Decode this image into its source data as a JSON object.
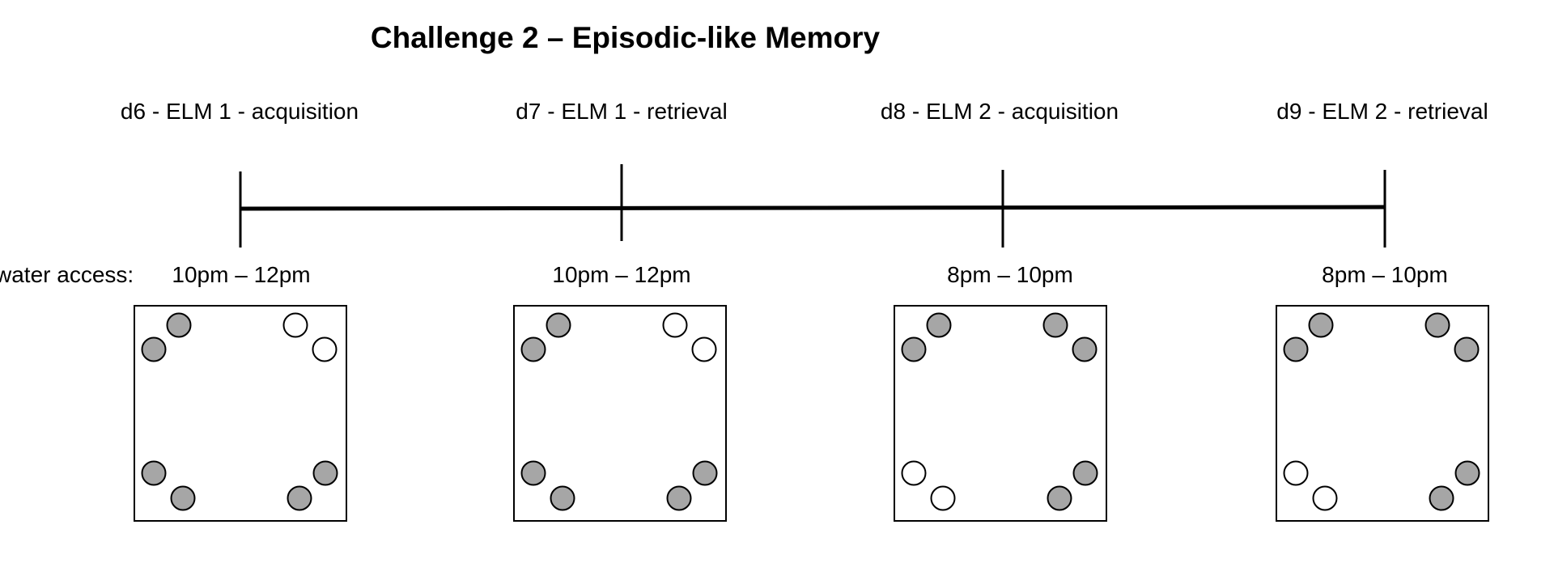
{
  "title": "Challenge 2 – Episodic-like Memory",
  "water_access_label": "water access:",
  "sessions": [
    {
      "label": "d6 - ELM 1 - acquisition",
      "time": "10pm – 12pm",
      "wells": [
        "filled",
        "filled",
        "empty",
        "empty",
        "filled",
        "filled",
        "filled",
        "filled"
      ]
    },
    {
      "label": "d7 - ELM 1 - retrieval",
      "time": "10pm – 12pm",
      "wells": [
        "filled",
        "filled",
        "empty",
        "empty",
        "filled",
        "filled",
        "filled",
        "filled"
      ]
    },
    {
      "label": "d8 - ELM 2 - acquisition",
      "time": "8pm – 10pm",
      "wells": [
        "filled",
        "filled",
        "filled",
        "filled",
        "empty",
        "empty",
        "filled",
        "filled"
      ]
    },
    {
      "label": "d9 - ELM 2 - retrieval",
      "time": "8pm – 10pm",
      "wells": [
        "filled",
        "filled",
        "filled",
        "filled",
        "empty",
        "empty",
        "filled",
        "filled"
      ]
    }
  ],
  "colors": {
    "filled": "#a6a6a6",
    "empty": "#ffffff",
    "stroke": "#000000"
  }
}
